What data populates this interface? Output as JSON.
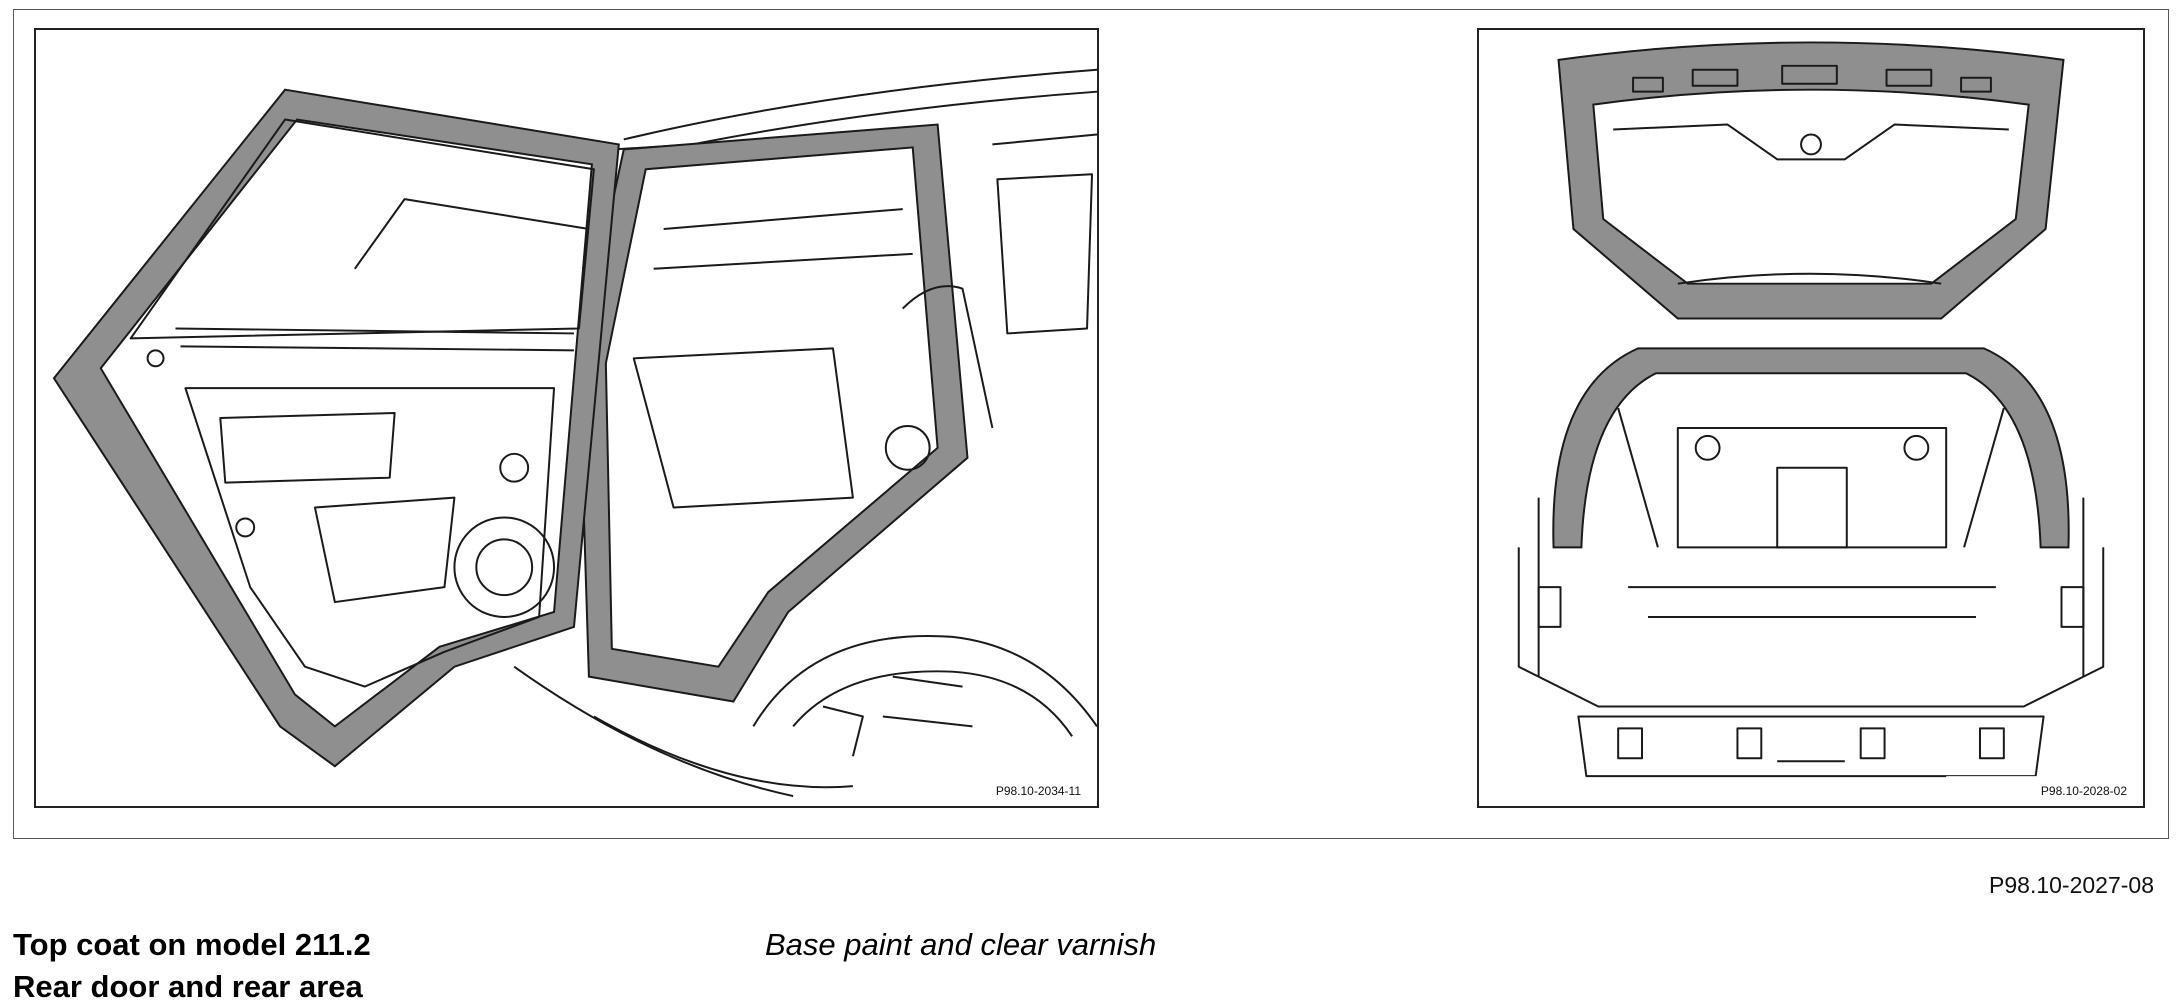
{
  "figure": {
    "left_panel": {
      "code": "P98.10-2034-11",
      "drawing": "rear-door-open-line-drawing"
    },
    "right_panel": {
      "code": "P98.10-2028-02",
      "drawing": "rear-tailgate-open-line-drawing"
    },
    "figure_code": "P98.10-2027-08"
  },
  "title": {
    "line1": "Top coat on model 211.2",
    "line2": "Rear door and rear area"
  },
  "note": "Base paint and clear varnish",
  "colors": {
    "highlight": "#8f8f8f",
    "line": "#1a1a1a"
  }
}
